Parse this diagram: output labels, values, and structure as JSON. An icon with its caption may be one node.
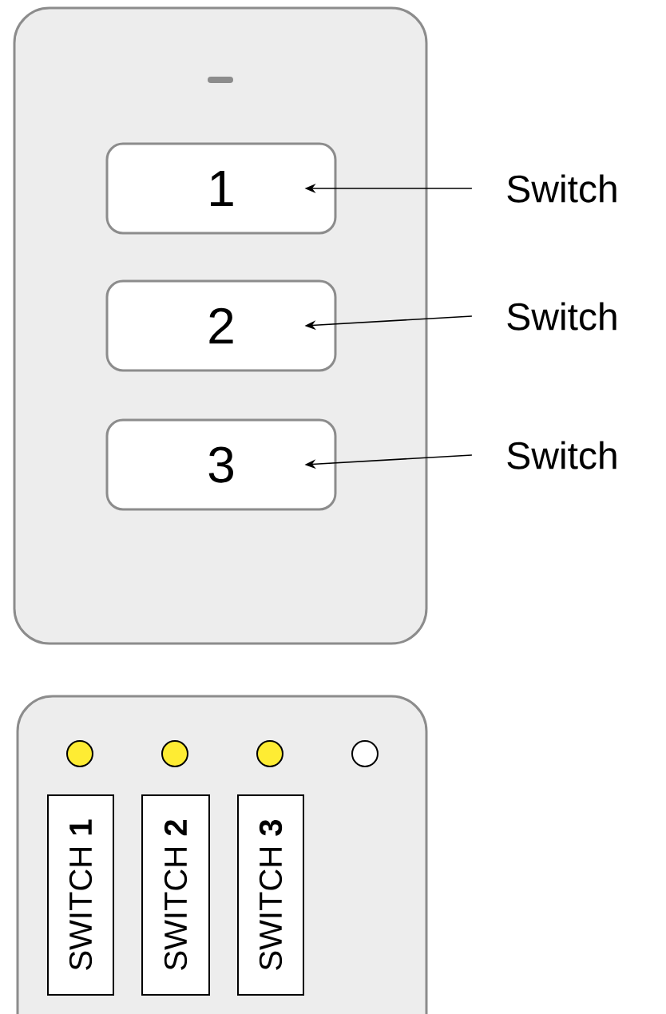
{
  "diagram": {
    "nodes": [
      {
        "text": [],
        "shape": "box"
      },
      {
        "text": [
          "1"
        ],
        "in": 0
      },
      {
        "text": [
          "2"
        ],
        "in": 0
      },
      {
        "text": [
          "3"
        ],
        "in": 0
      },
      {
        "text": [
          "Switch"
        ]
      },
      {
        "text": [
          "Switch"
        ]
      },
      {
        "text": [
          "Switch"
        ]
      },
      {
        "text": [],
        "shape": "box"
      },
      {
        "text": [
          "SWITCH **1**"
        ],
        "in": 7
      },
      {
        "text": [
          "SWITCH **2**"
        ],
        "in": 7
      },
      {
        "text": [
          "SWITCH **3**"
        ],
        "in": 7
      }
    ],
    "edges": [
      {
        "from": 4,
        "to": 1,
        "arrow": "to"
      },
      {
        "from": 5,
        "to": 2,
        "arrow": "to"
      },
      {
        "from": 6,
        "to": 3,
        "arrow": "to"
      }
    ]
  }
}
